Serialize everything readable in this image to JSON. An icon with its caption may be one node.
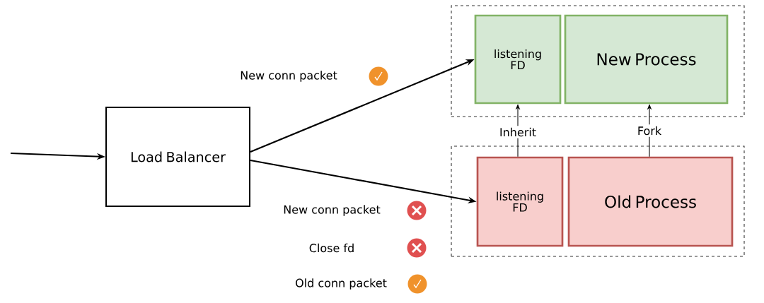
{
  "diagram": {
    "nodes": [
      {
        "text": [
          "Load Balancer"
        ]
      },
      {
        "text": [],
        "shape": "box"
      },
      {
        "text": [
          "listening FD"
        ],
        "in": 1
      },
      {
        "text": [
          "New Process"
        ],
        "in": 1
      },
      {
        "text": [],
        "shape": "box"
      },
      {
        "text": [
          "listening FD"
        ],
        "in": 4
      },
      {
        "text": [
          "Old Process"
        ],
        "in": 4
      }
    ],
    "edges": [
      {
        "from": null,
        "to": 0,
        "arrow": "to"
      },
      {
        "from": 0,
        "to": 2,
        "arrow": "to"
      },
      {
        "from": 0,
        "to": 5,
        "arrow": "to"
      },
      {
        "from": 5,
        "to": 2,
        "arrow": "to",
        "label": "Inherit"
      },
      {
        "from": 6,
        "to": 3,
        "arrow": "to",
        "label": "Fork"
      }
    ],
    "labels": [
      "New conn packet",
      "New conn packet",
      "Close fd",
      "Old conn packet"
    ]
  }
}
